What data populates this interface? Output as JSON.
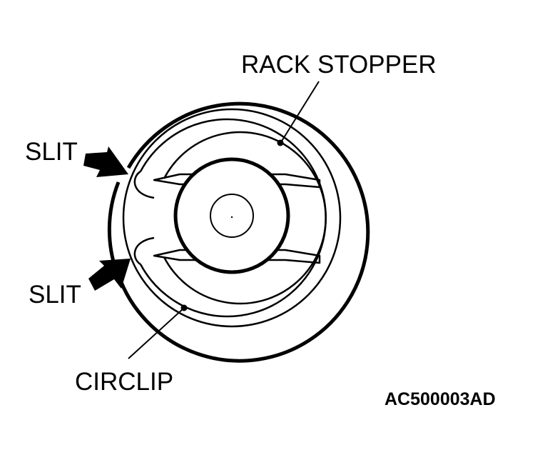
{
  "labels": {
    "rack_stopper": "RACK STOPPER",
    "slit_upper": "SLIT",
    "slit_lower": "SLIT",
    "circlip": "CIRCLIP",
    "figure_code": "AC500003AD"
  },
  "colors": {
    "ink": "#000000",
    "background": "#ffffff"
  }
}
